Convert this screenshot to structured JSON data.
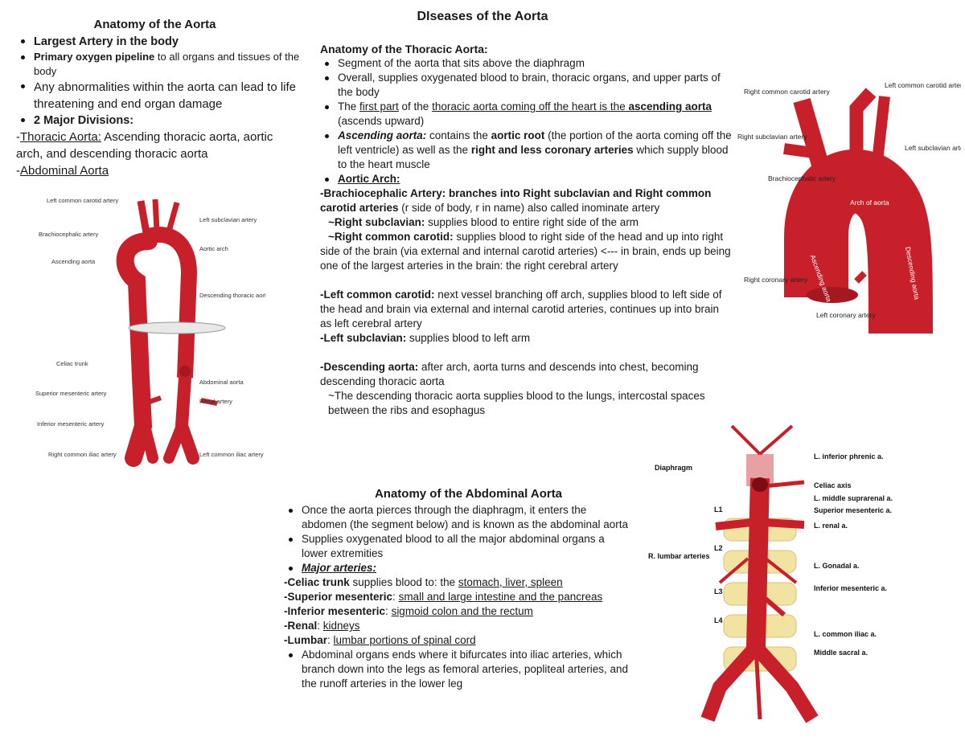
{
  "left": {
    "title": "Anatomy of the Aorta",
    "b1": "Largest Artery in the body",
    "b2_bold": "Primary oxygen pipeline",
    "b2_rest": " to all organs and tissues of the body",
    "b3": "Any abnormalities within the aorta can lead to life threatening and end organ damage",
    "b4": "2 Major Divisions:",
    "d1_pre": "-",
    "d1_u": "Thoracic Aorta:",
    "d1_rest": " Ascending thoracic aorta, aortic arch, and descending thoracic aorta",
    "d2_pre": "-",
    "d2_u": "Abdominal Aorta"
  },
  "diagram1": {
    "labels": {
      "left_common_carotid": "Left common carotid artery",
      "brachiocephalic": "Brachiocephalic artery",
      "ascending": "Ascending aorta",
      "left_subclavian": "Left subclavian artery",
      "aortic_arch": "Aortic arch",
      "descending": "Descending thoracic aorta",
      "celiac": "Celiac trunk",
      "abdominal": "Abdominal aorta",
      "renal": "Renal artery",
      "superior_mesenteric": "Superior mesenteric artery",
      "inferior_mesenteric": "Inferior mesenteric artery",
      "right_common_iliac": "Right common iliac artery",
      "left_common_iliac": "Left common iliac artery"
    }
  },
  "middle": {
    "title": "DIseases of the Aorta",
    "section_title": "Anatomy of the Thoracic Aorta:",
    "b1": "Segment of the aorta that sits above the diaphragm",
    "b2": "Overall, supplies oxygenated blood to brain, thoracic organs, and upper parts of the body",
    "b3_a": "The ",
    "b3_u1": "first part",
    "b3_b": " of the ",
    "b3_u2": "thoracic aorta coming off the heart is the ",
    "b3_u3": "ascending aorta",
    "b3_c": " (ascends upward)",
    "b4_bi": "Ascending aorta:",
    "b4_a": " contains the ",
    "b4_b1": "aortic root",
    "b4_b": " (the portion of the aorta coming off the left ventricle) as well as the ",
    "b4_b2": "right and less coronary arteries",
    "b4_c": " which supply blood to the heart muscle",
    "b5": "Aortic Arch:",
    "p1_b": "-Brachiocephalic Artery: branches into Right subclavian and Right common carotid arteries",
    "p1_r": " (r side of body, r in name) also called inominate artery",
    "p2_b": "~Right subclavian:",
    "p2_r": " supplies blood to entire right side of the arm",
    "p3_b": "~Right common carotid:",
    "p3_r": " supplies blood to right side of the head and up into right side of the brain (via external and internal carotid arteries) <--- in brain, ends up being one of the largest arteries in the brain: the right cerebral artery",
    "p4_b": "-Left common carotid:",
    "p4_r": "  next vessel branching off arch, supplies blood to left side of the head and brain via external and internal carotid arteries, continues up into brain as left cerebral artery",
    "p5_b": "-Left subclavian:",
    "p5_r": " supplies blood to left arm",
    "p6_b": "-Descending aorta:",
    "p6_r": " after arch, aorta turns and descends into chest, becoming descending thoracic aorta",
    "p7": "~The descending thoracic aorta supplies blood to the lungs, intercostal spaces between the ribs and esophagus"
  },
  "diagram2": {
    "labels": {
      "right_common_carotid": "Right common carotid artery",
      "left_common_carotid": "Left common carotid artery",
      "right_subclavian": "Right subclavian artery",
      "left_subclavian": "Left subclavian artery",
      "brachiocephalic": "Brachiocephalic artery",
      "arch": "Arch of aorta",
      "ascending": "Ascending aorta",
      "descending": "Descending aorta",
      "right_coronary": "Right coronary artery",
      "left_coronary": "Left coronary artery"
    }
  },
  "abdominal": {
    "title": "Anatomy of the Abdominal Aorta",
    "b1": "Once the aorta pierces through the diaphragm, it enters the abdomen (the segment below) and is known as the abdominal aorta",
    "b2": "Supplies oxygenated blood to all the major abdominal organs a lower extremities",
    "b3": "Major arteries:",
    "r1_b": "-Celiac trunk",
    "r1_r": " supplies blood to: the ",
    "r1_u": "stomach, liver, spleen",
    "r2_b": "-Superior mesenteric",
    "r2_r": ": ",
    "r2_u": "small and large intestine and the pancreas",
    "r3_b": "-Inferior mesenteric",
    "r3_r": ": ",
    "r3_u": "sigmoid colon and the rectum",
    "r4_b": "-Renal",
    "r4_r": ": ",
    "r4_u": "kidneys",
    "r5_b": "-Lumbar",
    "r5_r": ": ",
    "r5_u": "lumbar portions of spinal cord",
    "b4": "Abdominal organs ends where it bifurcates into iliac arteries, which branch down into the legs as femoral arteries, popliteal arteries, and the runoff arteries in the lower leg"
  },
  "diagram3": {
    "labels": {
      "diaphragm": "Diaphragm",
      "inferior_phrenic": "L. inferior phrenic a.",
      "celiac": "Celiac axis",
      "suprarenal": "L. middle suprarenal a.",
      "sup_mes": "Superior mesenteric a.",
      "renal": "L. renal a.",
      "lumbar": "R. lumbar arteries",
      "gonadal": "L. Gonadal a.",
      "inf_mes": "Inferior mesenteric a.",
      "iliac": "L. common iliac a.",
      "sacral": "Middle sacral a.",
      "l1": "L1",
      "l2": "L2",
      "l3": "L3",
      "l4": "L4"
    }
  },
  "colors": {
    "artery": "#c8202a",
    "artery_dark": "#a51820",
    "bone": "#f3e3a3"
  }
}
